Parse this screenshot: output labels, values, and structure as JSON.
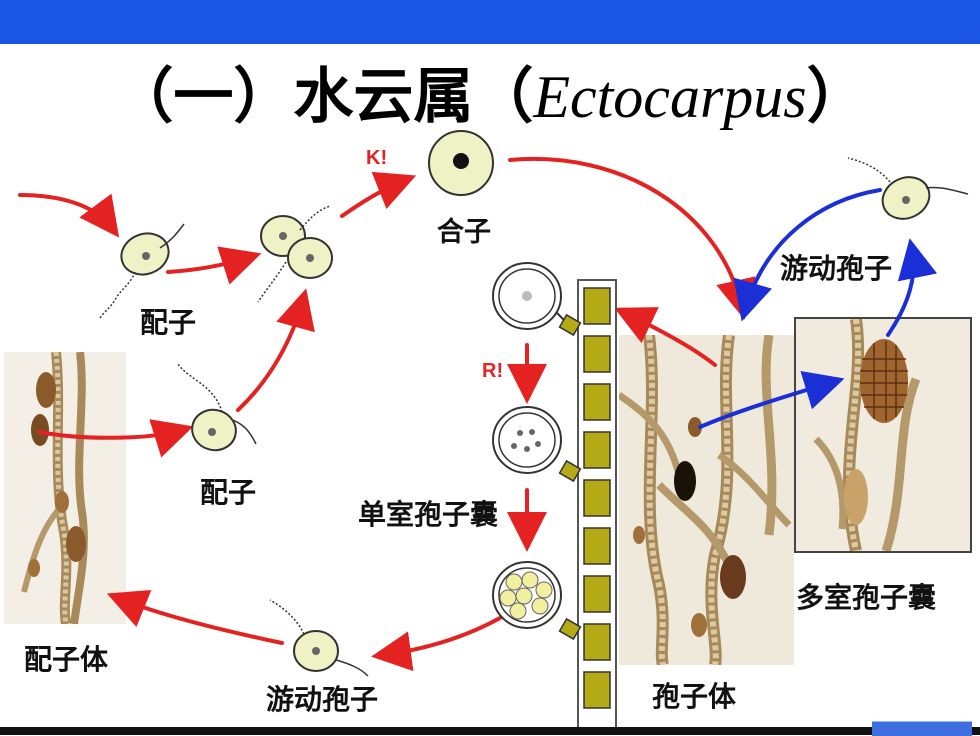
{
  "slide": {
    "title_prefix": "（一）水云属（",
    "title_latin": "Ectocarpus",
    "title_suffix": "）"
  },
  "diagram": {
    "labels": {
      "zygote": "合子",
      "gamete_top": "配子",
      "gamete_mid": "配子",
      "gametophyte": "配子体",
      "zoospore_bottom": "游动孢子",
      "zoospore_top": "游动孢子",
      "unilocular_sporangium": "单室孢子囊",
      "plurilocular_sporangium": "多室孢子囊",
      "sporophyte": "孢子体"
    },
    "step_marks": {
      "karyogamy": "K!",
      "meiosis": "R!"
    }
  },
  "colors": {
    "header_bar": "#1a55e6",
    "arrow_red": "#e52222",
    "arrow_blue": "#1b2fd6",
    "cell_fill": "#eef2c4",
    "filament_fill": "#b4ab17"
  }
}
